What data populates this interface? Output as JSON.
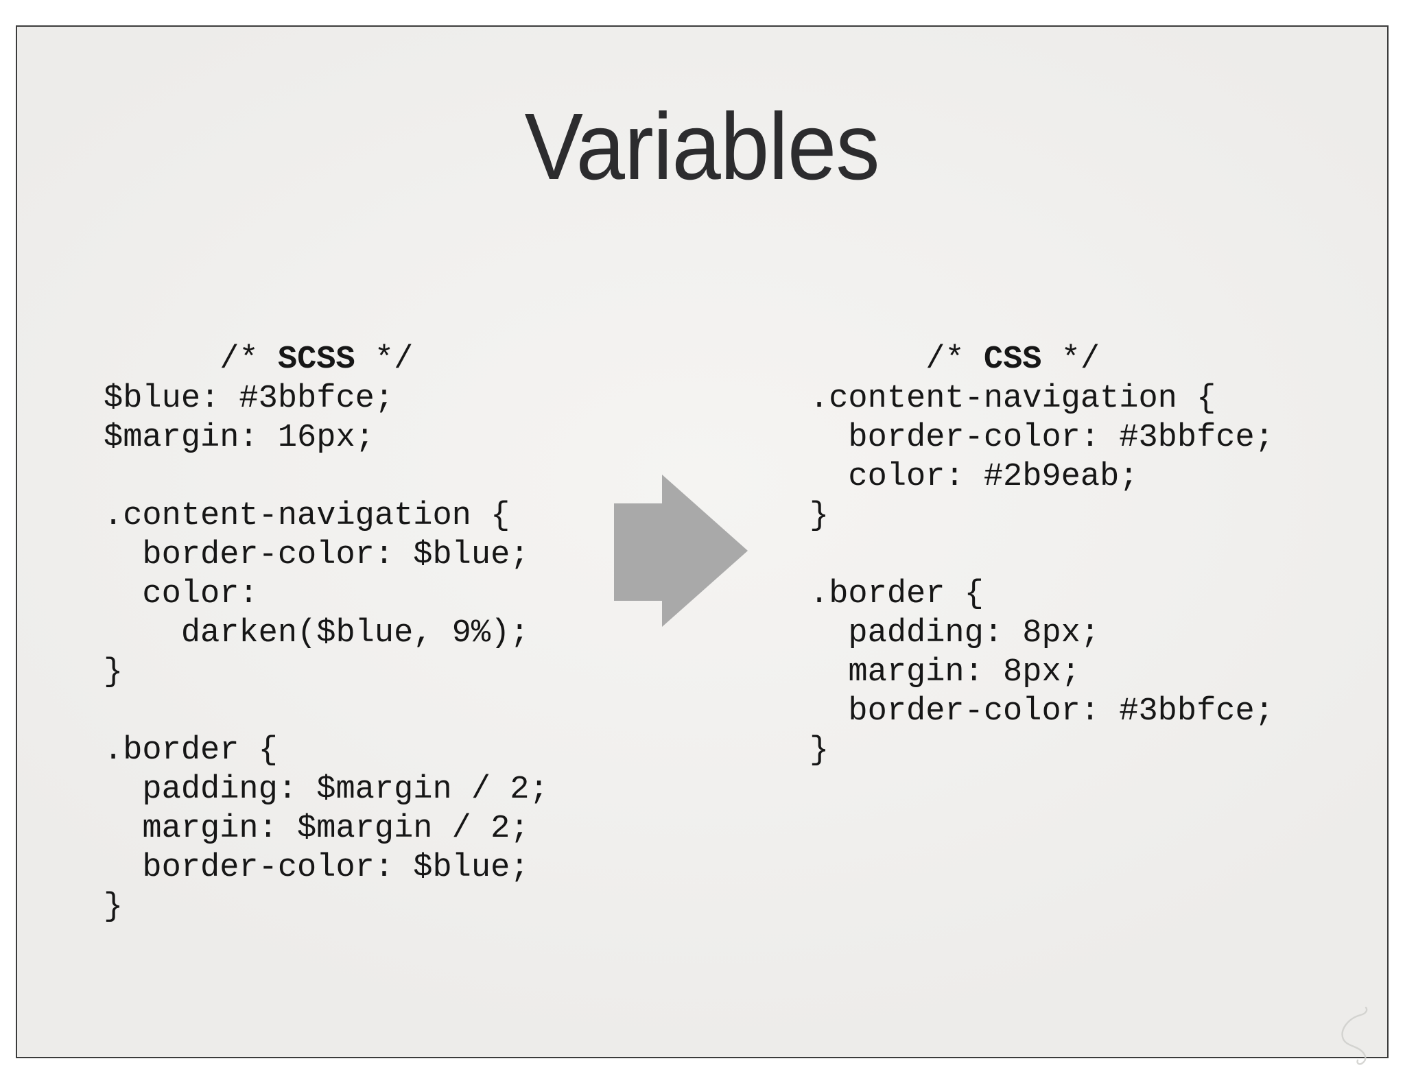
{
  "slide": {
    "title": "Variables",
    "columns": {
      "left": {
        "comment": {
          "pre": "/* ",
          "keyword": "SCSS",
          "post": " */"
        },
        "lines": [
          "",
          "$blue: #3bbfce;",
          "$margin: 16px;",
          "",
          ".content-navigation {",
          "  border-color: $blue;",
          "  color:",
          "    darken($blue, 9%);",
          "}",
          "",
          ".border {",
          "  padding: $margin / 2;",
          "  margin: $margin / 2;",
          "  border-color: $blue;",
          "}"
        ]
      },
      "right": {
        "comment": {
          "pre": "/* ",
          "keyword": "CSS",
          "post": " */"
        },
        "lines": [
          "",
          ".content-navigation {",
          "  border-color: #3bbfce;",
          "  color: #2b9eab;",
          "}",
          "",
          ".border {",
          "  padding: 8px;",
          "  margin: 8px;",
          "  border-color: #3bbfce;",
          "}"
        ]
      }
    },
    "icons": {
      "arrow": "right-arrow-icon",
      "watermark": "sass-swirl-watermark-icon"
    },
    "colors": {
      "background": "#f1f0ee",
      "frame_border": "#3b3b3b",
      "title_text": "#2c2c2e",
      "code_text": "#161616",
      "arrow_fill": "#a9a9a9",
      "watermark": "#cfcfcc"
    }
  }
}
